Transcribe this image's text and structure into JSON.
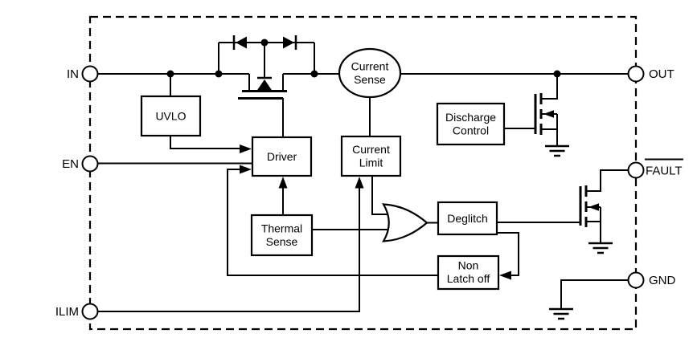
{
  "diagram": {
    "pins": {
      "in": "IN",
      "en": "EN",
      "ilim": "ILIM",
      "out": "OUT",
      "fault": "FAULT",
      "gnd": "GND"
    },
    "blocks": {
      "uvlo": "UVLO",
      "driver": "Driver",
      "current_sense_line1": "Current",
      "current_sense_line2": "Sense",
      "current_limit_line1": "Current",
      "current_limit_line2": "Limit",
      "thermal_sense_line1": "Thermal",
      "thermal_sense_line2": "Sense",
      "discharge_control_line1": "Discharge",
      "discharge_control_line2": "Control",
      "deglitch": "Deglitch",
      "non_latch_off_line1": "Non",
      "non_latch_off_line2": "Latch off"
    },
    "colors": {
      "line": "#000000",
      "background": "#ffffff"
    }
  }
}
